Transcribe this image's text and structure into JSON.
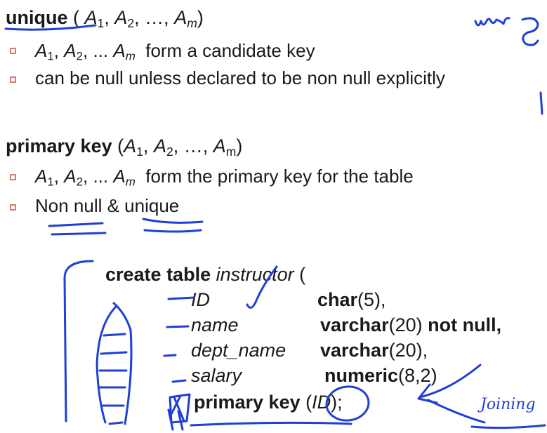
{
  "unique": {
    "keyword": "unique",
    "args_prefix": "(",
    "args_suffix": ")",
    "bullet1_suffix": "form a candidate key",
    "bullet2": "can be null unless declared to be non null explicitly"
  },
  "primary": {
    "keyword": "primary key",
    "args_prefix": "(",
    "args_suffix": ")",
    "bullet1_suffix": "form the primary key for the table",
    "bullet2": "Non null & unique"
  },
  "attrs": {
    "a": "A",
    "one": "1",
    "two": "2",
    "m": "m",
    "comma": ",",
    "ellipsis": "…",
    "dots": "..."
  },
  "code": {
    "create_kw": "create table",
    "table_name": "instructor",
    "open_paren": "(",
    "rows": [
      {
        "name": "ID",
        "type_kw": "char",
        "type_args": "(5),",
        "extra": ""
      },
      {
        "name": "name",
        "type_kw": "varchar",
        "type_args": "(20)",
        "extra": "not null,"
      },
      {
        "name": "dept_name",
        "type_kw": "varchar",
        "type_args": "(20),",
        "extra": ""
      },
      {
        "name": "salary",
        "type_kw": "numeric",
        "type_args": "(8,2)",
        "extra": ""
      }
    ],
    "pk_kw": "primary key",
    "pk_open": " (",
    "pk_arg": "ID",
    "pk_close": ");"
  },
  "annotations": {
    "top_right": "uniq",
    "bottom_right": "Joining"
  },
  "colors": {
    "text": "#1a1a1a",
    "ink": "#1f3fd6",
    "bullet": "#e0796f"
  }
}
